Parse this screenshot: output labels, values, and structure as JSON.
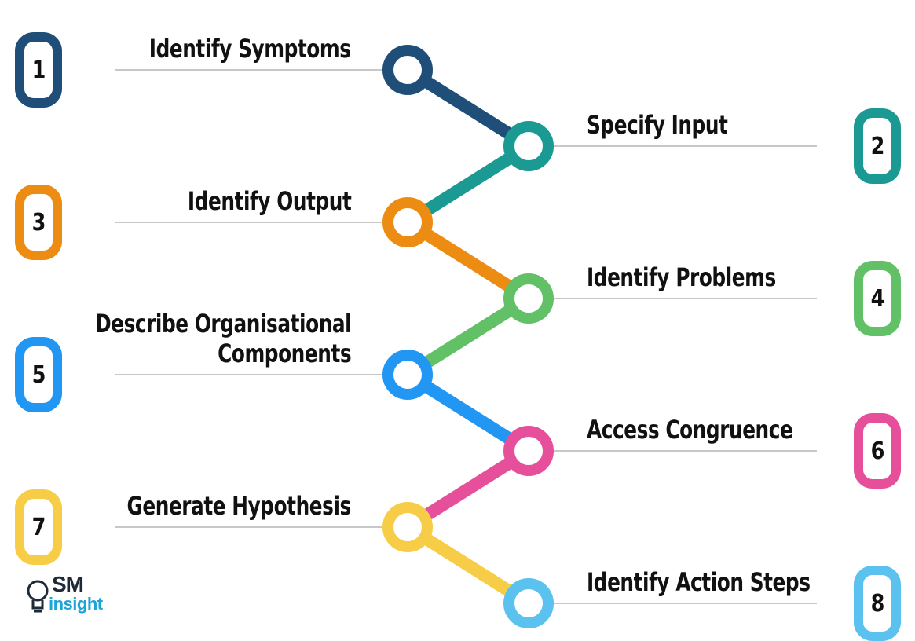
{
  "steps": [
    {
      "number": "1",
      "label": "Identify Symptoms",
      "color": "#1f4e79"
    },
    {
      "number": "2",
      "label": "Specify Input",
      "color": "#1a9a92"
    },
    {
      "number": "3",
      "label": "Identify Output",
      "color": "#ec8c12"
    },
    {
      "number": "4",
      "label": "Identify Problems",
      "color": "#62c166"
    },
    {
      "number": "5",
      "label": "Describe Organisational\nComponents",
      "color": "#2196f3"
    },
    {
      "number": "6",
      "label": "Access Congruence",
      "color": "#e6509b"
    },
    {
      "number": "7",
      "label": "Generate Hypothesis",
      "color": "#f7cd47"
    },
    {
      "number": "8",
      "label": "Identify Action Steps",
      "color": "#5bc2ef"
    }
  ],
  "logo": {
    "brand": "SM",
    "sub": "insight",
    "icon": "lightbulb-icon"
  }
}
